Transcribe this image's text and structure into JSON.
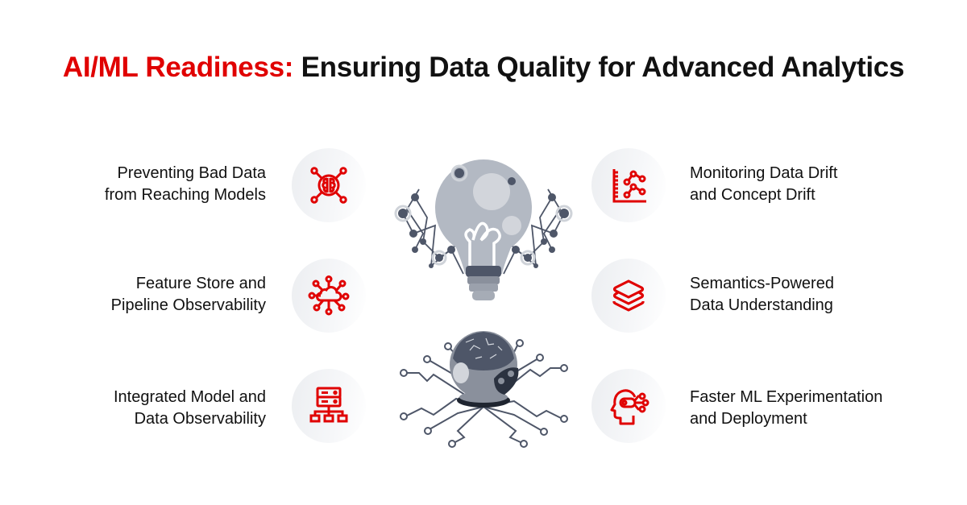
{
  "header": {
    "title_accent": "AI/ML Readiness:",
    "title_main": "Ensuring Data Quality for Advanced Analytics",
    "accent_color": "#e00000"
  },
  "left_items": [
    {
      "line1": "Preventing Bad Data",
      "line2": "from Reaching Models",
      "icon": "brain-network-icon"
    },
    {
      "line1": "Feature Store and",
      "line2": "Pipeline Observability",
      "icon": "cloud-network-icon"
    },
    {
      "line1": "Integrated Model and",
      "line2": "Data Observability",
      "icon": "server-hierarchy-icon"
    }
  ],
  "right_items": [
    {
      "line1": "Monitoring Data Drift",
      "line2": "and Concept Drift",
      "icon": "line-chart-icon"
    },
    {
      "line1": "Semantics-Powered",
      "line2": "Data Understanding",
      "icon": "layers-icon"
    },
    {
      "line1": "Faster ML Experimentation",
      "line2": "and Deployment",
      "icon": "head-circuit-icon"
    }
  ],
  "center": {
    "top_illustration": "lightbulb-network-illustration",
    "bottom_illustration": "robot-head-circuit-illustration"
  }
}
